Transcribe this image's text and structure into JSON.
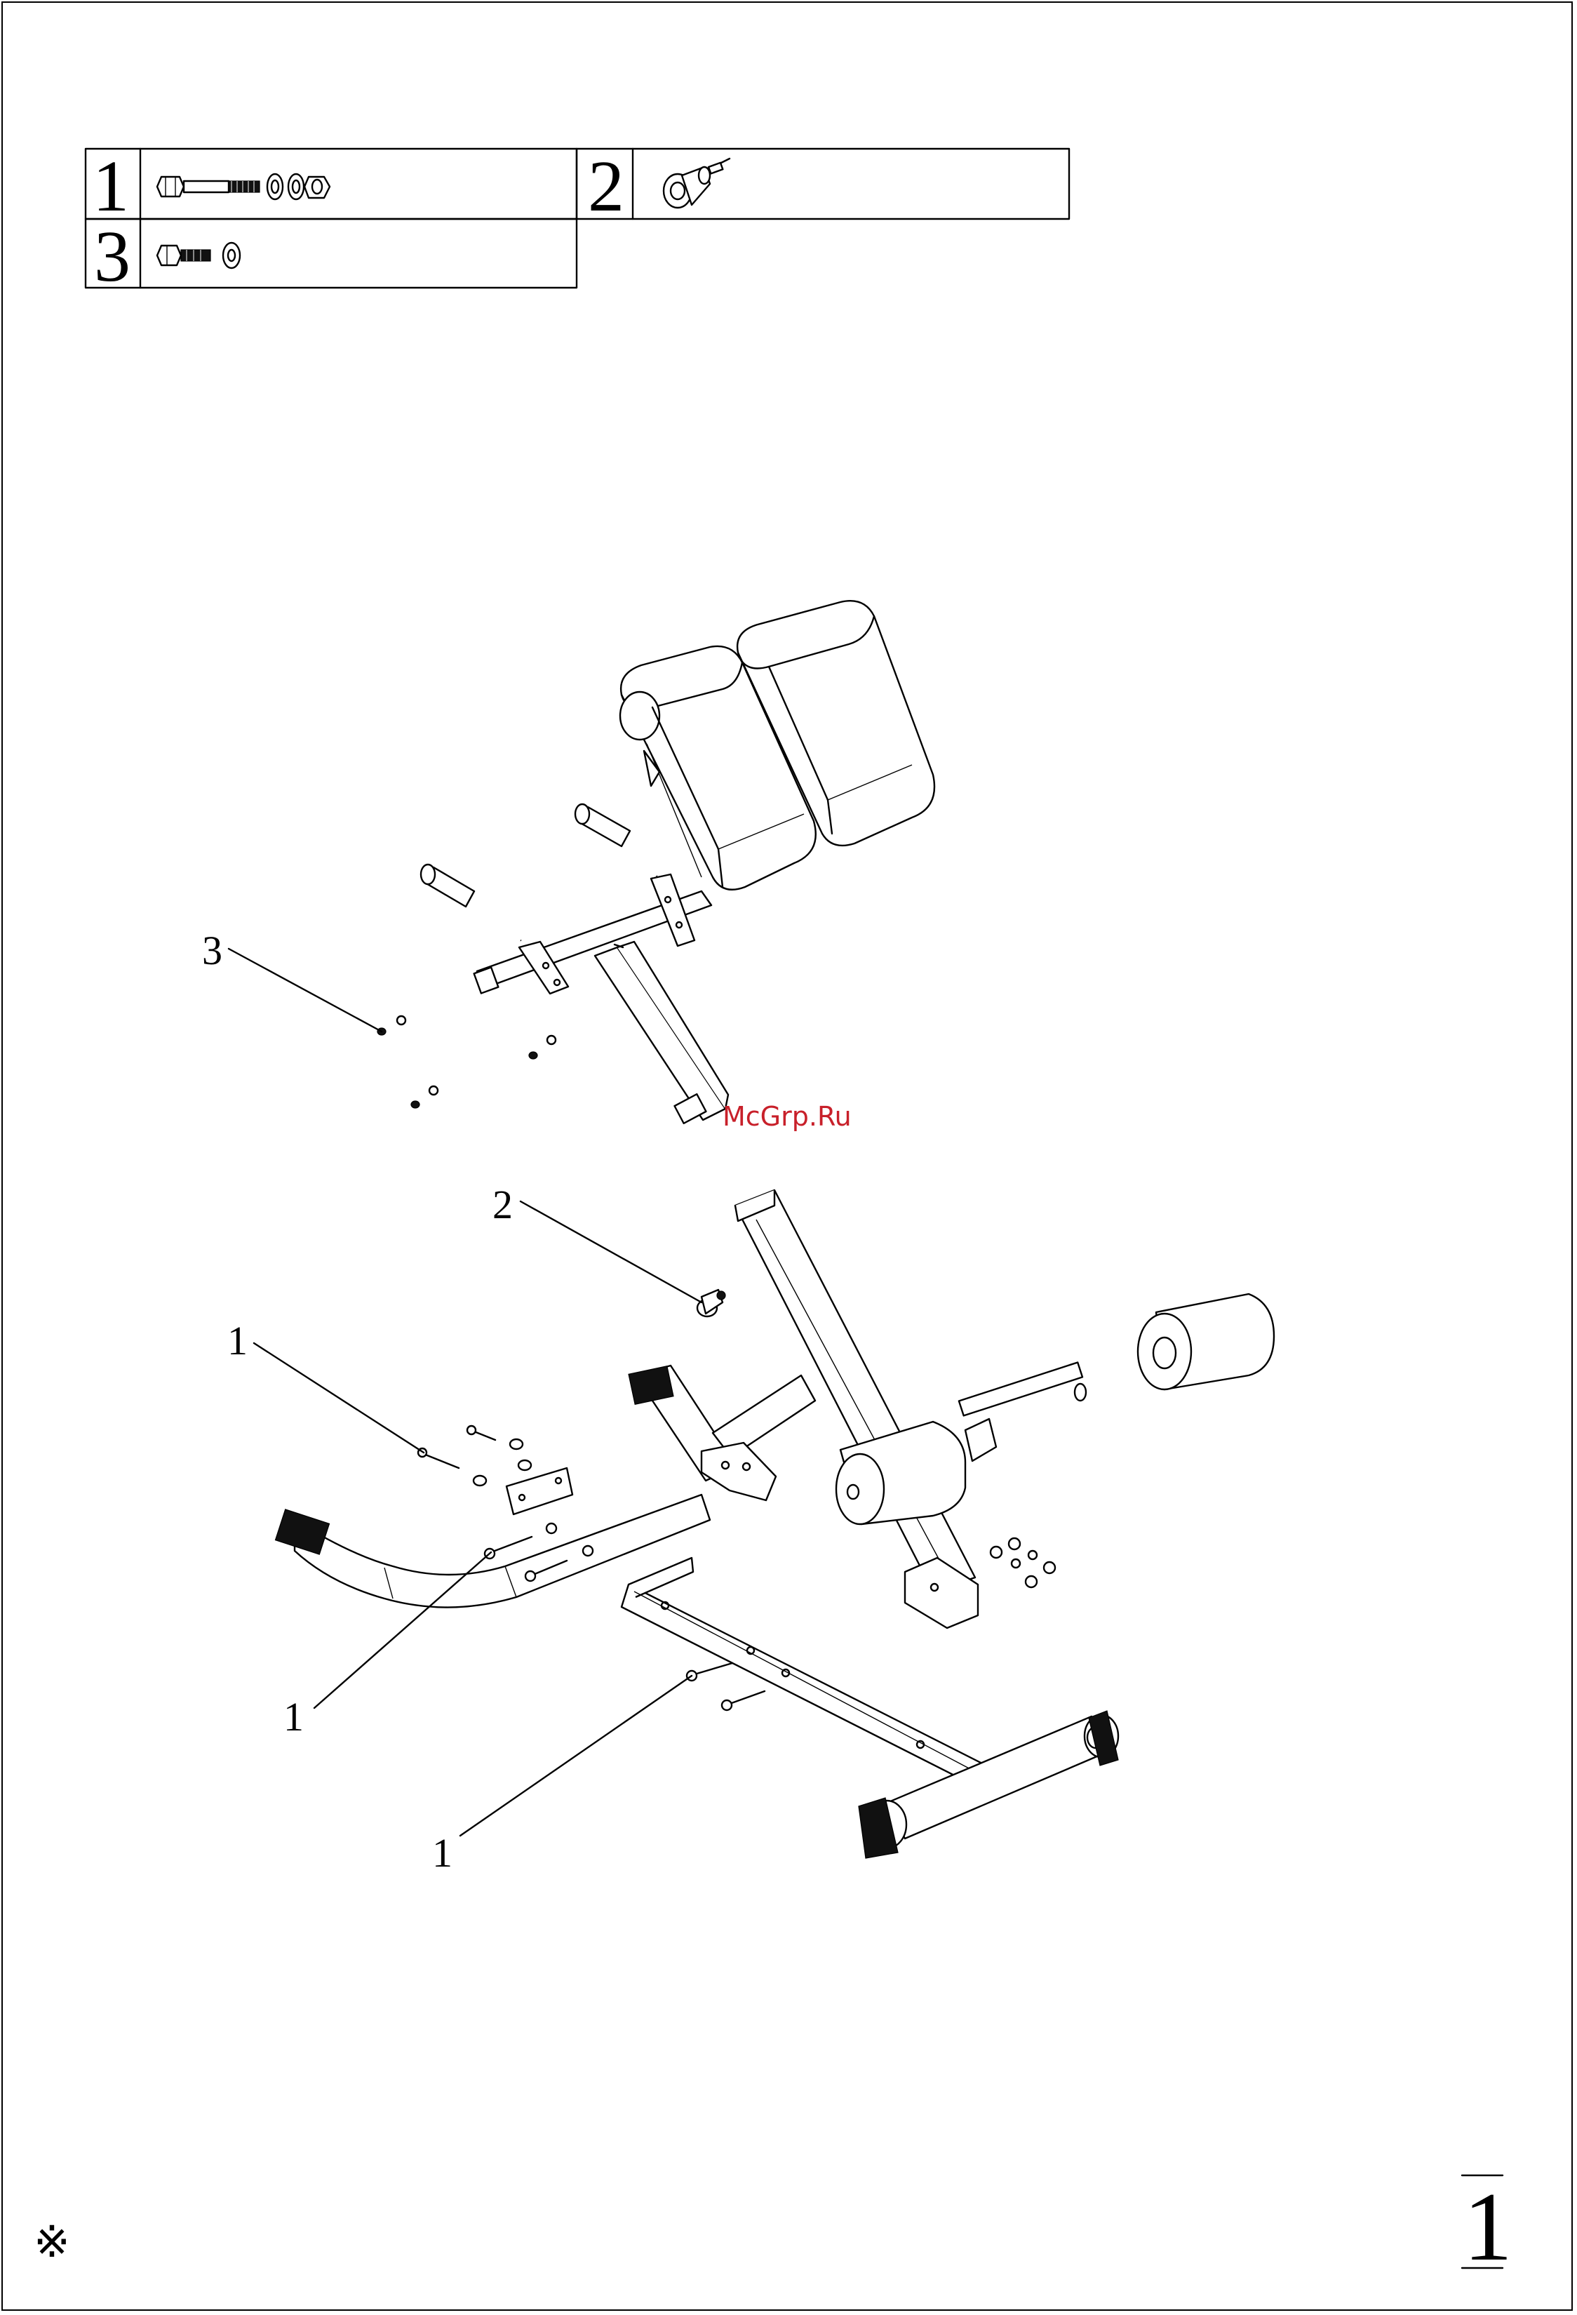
{
  "parts_table": {
    "cells": [
      {
        "number": "1",
        "icon": "bolt-washers-nut-icon"
      },
      {
        "number": "2",
        "icon": "knob-pin-icon"
      },
      {
        "number": "3",
        "icon": "short-bolt-washer-icon"
      }
    ]
  },
  "callouts": [
    {
      "label": "3",
      "part": "short-bolt-washer"
    },
    {
      "label": "2",
      "part": "knob-pin"
    },
    {
      "label": "1",
      "part": "bolt-washers-nut"
    },
    {
      "label": "1",
      "part": "bolt-washers-nut"
    },
    {
      "label": "1",
      "part": "bolt-washers-nut"
    }
  ],
  "watermark": "McGrp.Ru",
  "footer": {
    "note_mark": "※",
    "page_number": "1"
  },
  "colors": {
    "line": "#000000",
    "background": "#ffffff",
    "watermark": "#c8202a"
  }
}
